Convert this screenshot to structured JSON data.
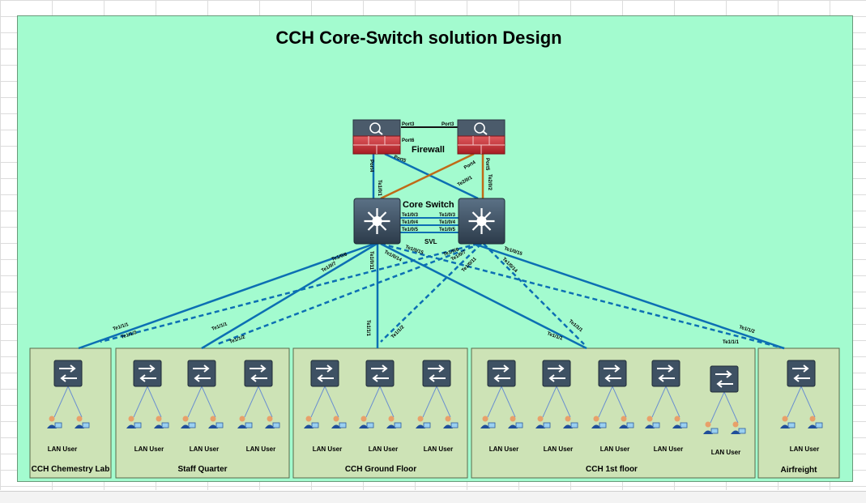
{
  "title": "CCH Core-Switch solution Design",
  "colors": {
    "background": "#a3fbcf",
    "room": "#cde3b6",
    "link": "#0c6fb3",
    "firewall_link": "#c06a17",
    "firewall": "#c42a30",
    "switch": "#3e5163"
  },
  "firewall": {
    "label": "Firewall",
    "icon": "firewall-icon"
  },
  "core": {
    "label": "Core Switch",
    "svl_label": "SVL",
    "icon": "layer3-switch-icon"
  },
  "port_labels": {
    "fw_left_p3": "Port3",
    "fw_right_p3": "Port3",
    "fw_left_p6": "Port6",
    "fw_left_p4": "Port4",
    "fw_left_p5": "Port5",
    "fw_right_p4": "Port4",
    "fw_right_p5": "Port5",
    "core_l_up1": "Te1/0/1",
    "core_l_up2": "Te1/0/2",
    "core_r_up1": "Te2/0/1",
    "core_r_up2": "Te2/0/2",
    "svl_l3": "Te1/0/3",
    "svl_l4": "Te1/0/4",
    "svl_l5": "Te1/0/5",
    "svl_r3": "Te1/0/3",
    "svl_r4": "Te1/0/4",
    "svl_r5": "Te1/0/5",
    "down_l6": "Te1/0/6",
    "down_l7": "Te1/0/7",
    "down_l11": "Te1/0/11",
    "down_l14": "Te1/0/14",
    "down_l15": "Te1/0/15",
    "down_r6": "Te1/0/6",
    "down_r7": "Te1/0/7",
    "down_r11": "Te1/0/11",
    "down_r14": "Te1/0/14",
    "down_r15": "Te1/0/15",
    "chem_1": "Te1/1/1",
    "chem_2": "Te1/1/2",
    "staff_1": "Te1/1/1",
    "staff_2": "Te1/1/2",
    "ground_1": "Te1/1/1",
    "ground_2": "Te1/1/2",
    "first_1": "Te1/1/1",
    "first_2": "Te1/1/1",
    "air_1": "Te1/1/2",
    "air_2": "Te1/1/1"
  },
  "user_label": "LAN User",
  "rooms": [
    {
      "name": "CCH Chemestry Lab"
    },
    {
      "name": "Staff Quarter"
    },
    {
      "name": "CCH Ground Floor"
    },
    {
      "name": "CCH 1st floor"
    },
    {
      "name": "Airfreight"
    }
  ]
}
